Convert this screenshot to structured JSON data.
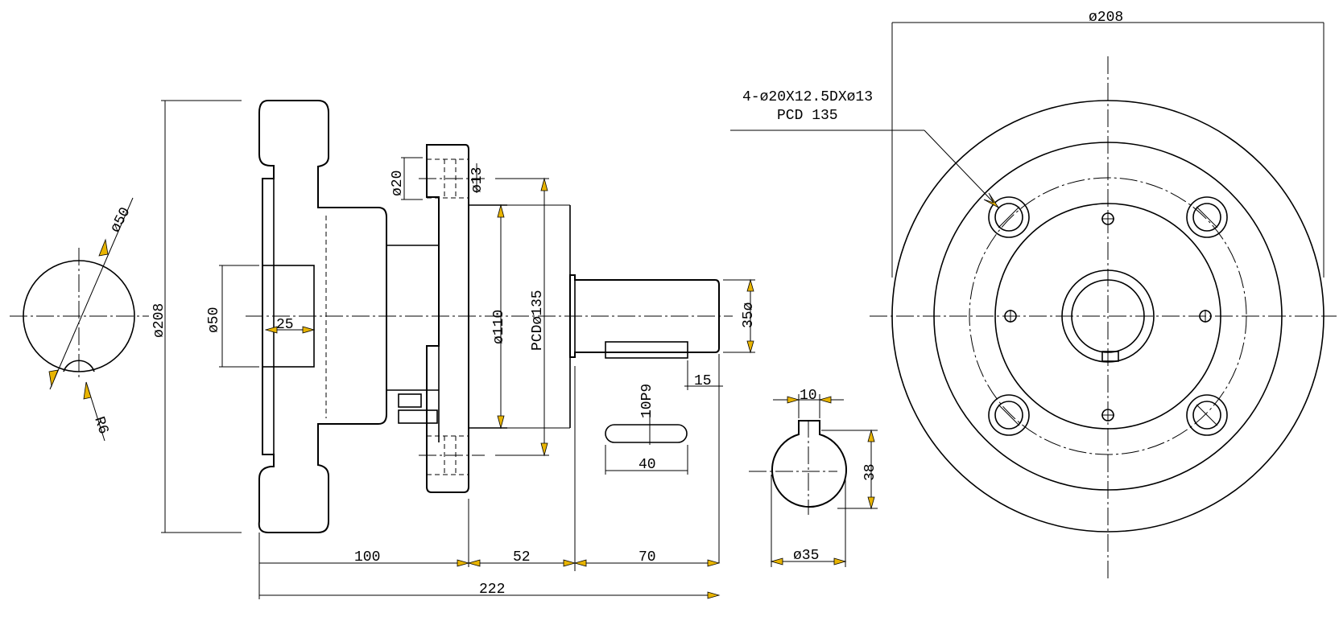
{
  "labels": {
    "top_dia": "ø208",
    "hole_spec_1": "4-ø20X12.5DXø13",
    "hole_spec_2": "PCD 135",
    "left_dia50": "ø50",
    "r6": "R6",
    "side_dia208": "ø208",
    "bore_dia50": "ø50",
    "dim25": "25",
    "dim20": "ø20",
    "dim13": "ø13",
    "dim110": "ø110",
    "pcd135": "PCDø135",
    "shaft35": "35ø",
    "key15": "15",
    "key10p9": "10P9",
    "key40": "40",
    "sec10": "10",
    "sec38": "38",
    "sec35": "ø35",
    "len100": "100",
    "len52": "52",
    "len70": "70",
    "len222": "222"
  },
  "colors": {
    "line": "#000000",
    "arrow": "#e8b400",
    "background": "#ffffff"
  }
}
